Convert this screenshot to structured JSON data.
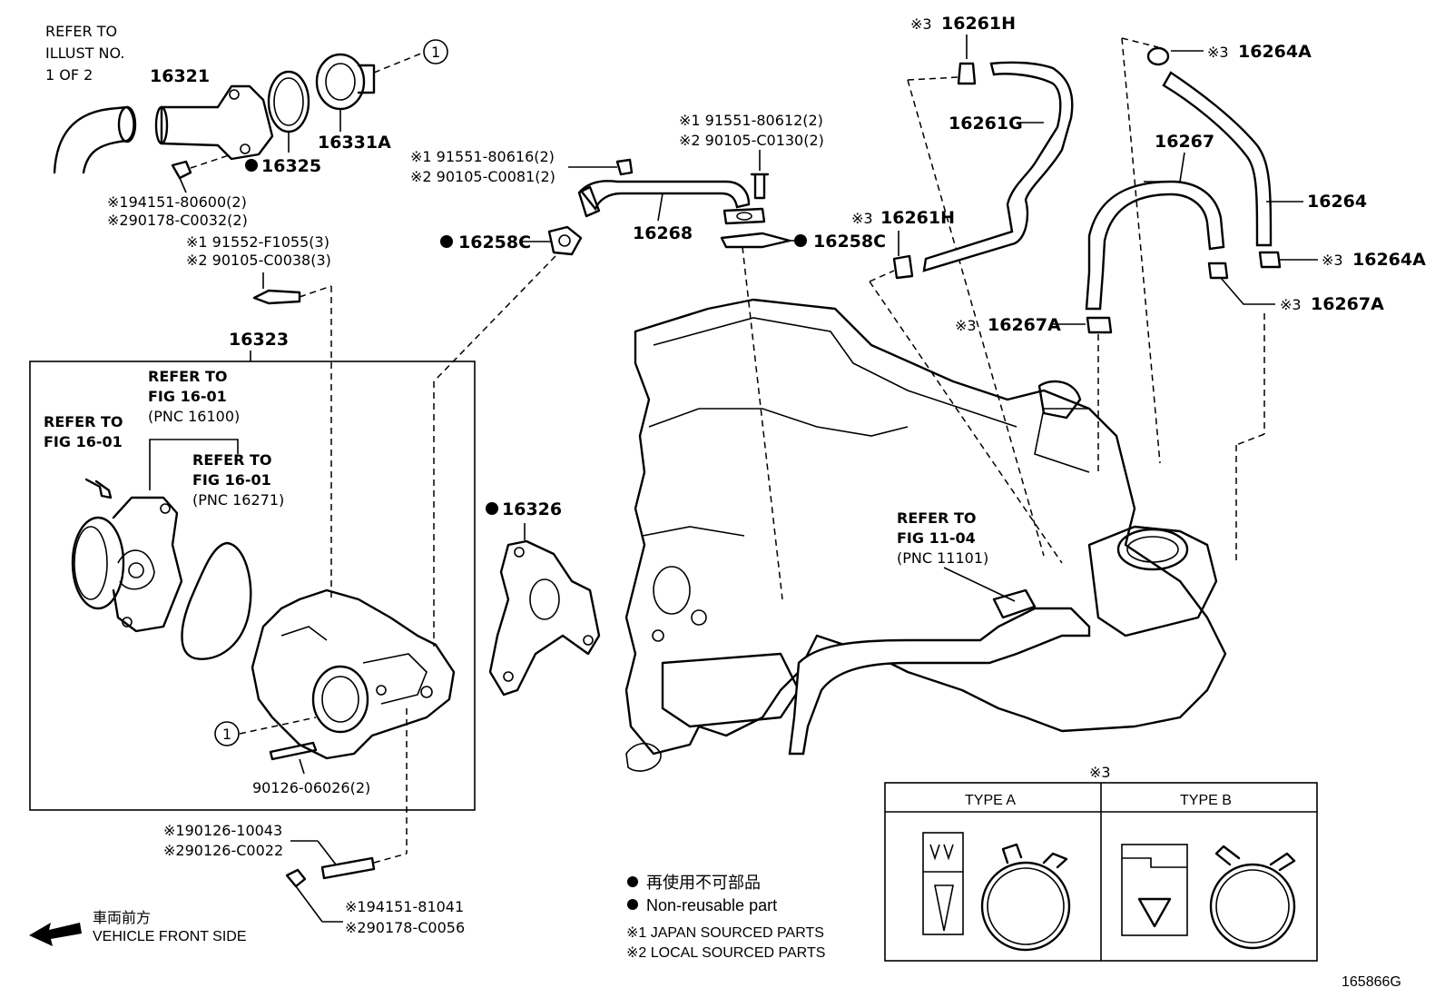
{
  "labels": {
    "refer_illust": [
      "REFER TO",
      "ILLUST NO.",
      "1 OF 2"
    ],
    "p16321": "16321",
    "p16325": "16325",
    "p16331a": "16331A",
    "circle1": "1",
    "bolt1_a": "※194151-80600(2)",
    "bolt1_b": "※290178-C0032(2)",
    "bolt2_a": "※1 91552-F1055(3)",
    "bolt2_b": "※2 90105-C0038(3)",
    "p16323": "16323",
    "fig_a": [
      "REFER TO",
      "FIG 16-01",
      "(PNC 16100)"
    ],
    "fig_b": [
      "REFER TO",
      "FIG 16-01"
    ],
    "fig_c": [
      "REFER TO",
      "FIG 16-01",
      "(PNC 16271)"
    ],
    "stud": "90126-06026(2)",
    "stud2_a": "※190126-10043",
    "stud2_b": "※290126-C0022",
    "nut_a": "※194151-81041",
    "nut_b": "※290178-C0056",
    "front_jp": "車両前方",
    "front_en": "VEHICLE FRONT SIDE",
    "bolt3_a": "※1 91551-80616(2)",
    "bolt3_b": "※2 90105-C0081(2)",
    "bolt4_a": "※1 91551-80612(2)",
    "bolt4_b": "※2 90105-C0130(2)",
    "p16268": "16268",
    "p16258c_l": "16258C",
    "p16258c_r": "16258C",
    "p16326": "16326",
    "p16261h_top": "16261H",
    "p16261g": "16261G",
    "p16261h_mid": "16261H",
    "p16267": "16267",
    "p16264a_top": "16264A",
    "p16264": "16264",
    "p16264a_r": "16264A",
    "p16267a_r": "16267A",
    "p16267a_l": "16267A",
    "x3": "※3",
    "fig_d": [
      "REFER TO",
      "FIG 11-04",
      "(PNC 11101)"
    ],
    "type_header": "※3",
    "type_a": "TYPE A",
    "type_b": "TYPE B",
    "leg_jp": "再使用不可部品",
    "leg_en": "Non-reusable part",
    "leg_1": "※1  JAPAN SOURCED PARTS",
    "leg_2": "※2  LOCAL SOURCED PARTS",
    "fig_id": "165866G"
  }
}
